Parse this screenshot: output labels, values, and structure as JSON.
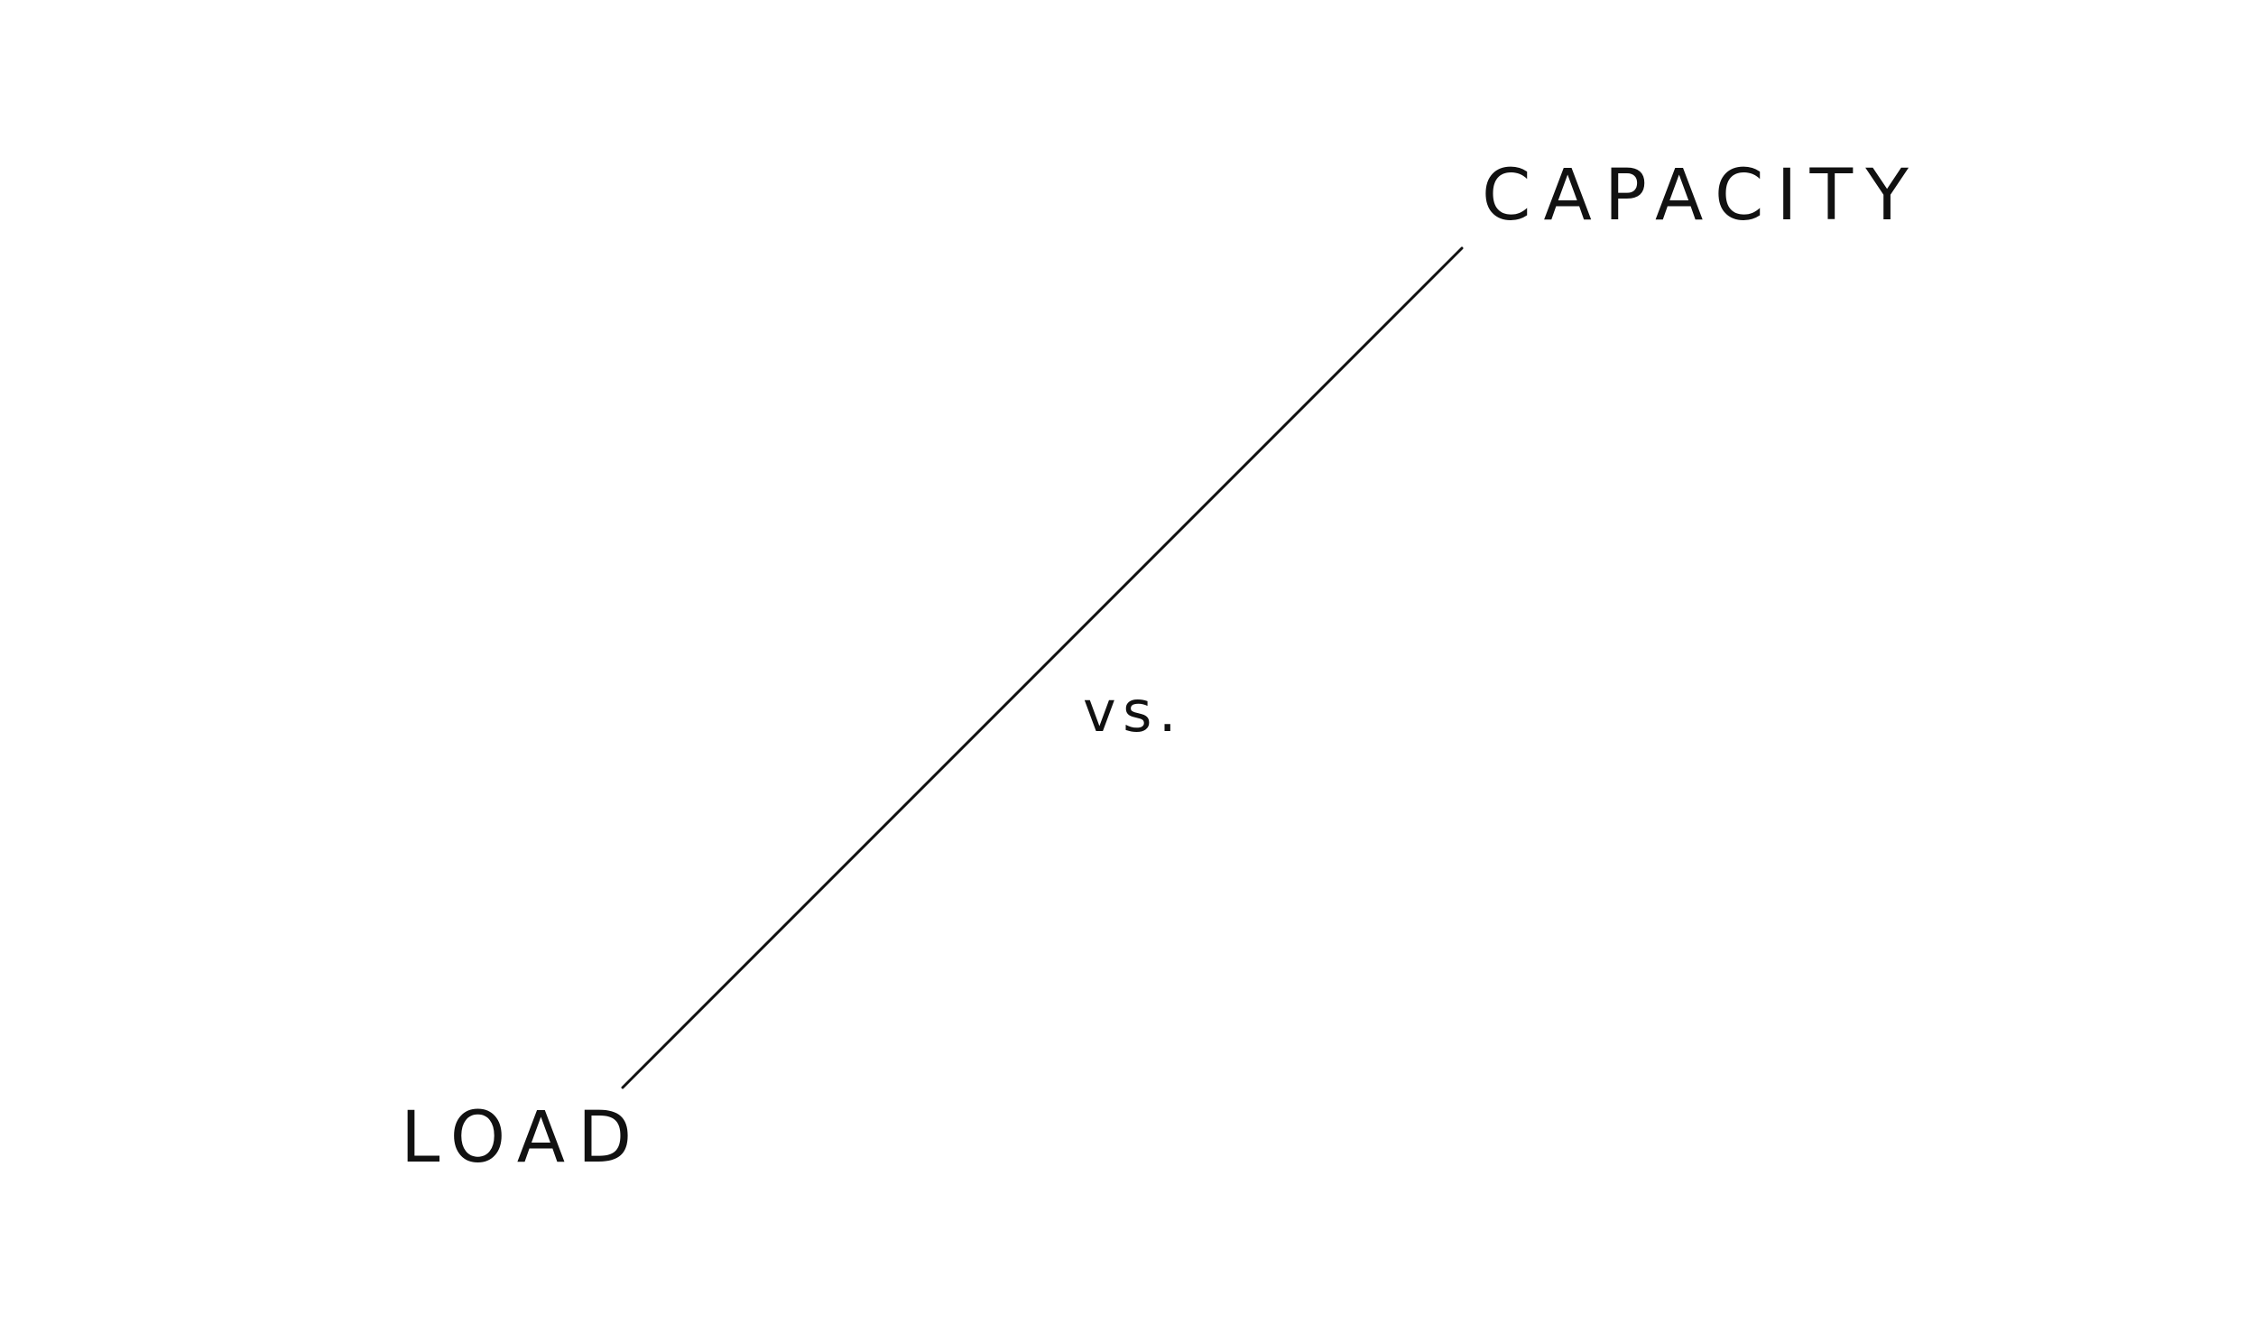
{
  "diagram": {
    "top_label": "CAPACITY",
    "middle_label": "vs.",
    "bottom_label": "LOAD",
    "line_color": "#111111",
    "text_color": "#111111",
    "background_color": "#ffffff"
  }
}
